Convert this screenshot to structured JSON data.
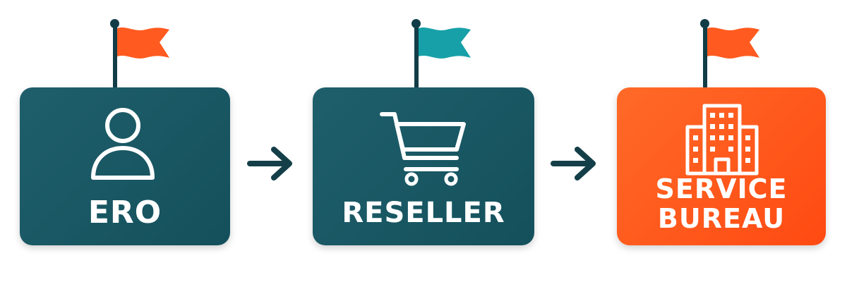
{
  "colors": {
    "dark_box": "#1a5866",
    "orange_box": "#ff5719",
    "flag_orange": "#ff5a1f",
    "flag_teal": "#17a0a8",
    "pole": "#123d47",
    "arrow": "#143f49",
    "icon_stroke": "#ffffff"
  },
  "nodes": [
    {
      "label": "ERO",
      "icon": "person-icon",
      "flag_color": "orange"
    },
    {
      "label": "RESELLER",
      "icon": "shopping-cart-icon",
      "flag_color": "teal"
    },
    {
      "label_line1": "SERVICE",
      "label_line2": "BUREAU",
      "icon": "office-building-icon",
      "flag_color": "orange"
    }
  ],
  "connectors": [
    "right-arrow-icon",
    "right-arrow-icon"
  ]
}
